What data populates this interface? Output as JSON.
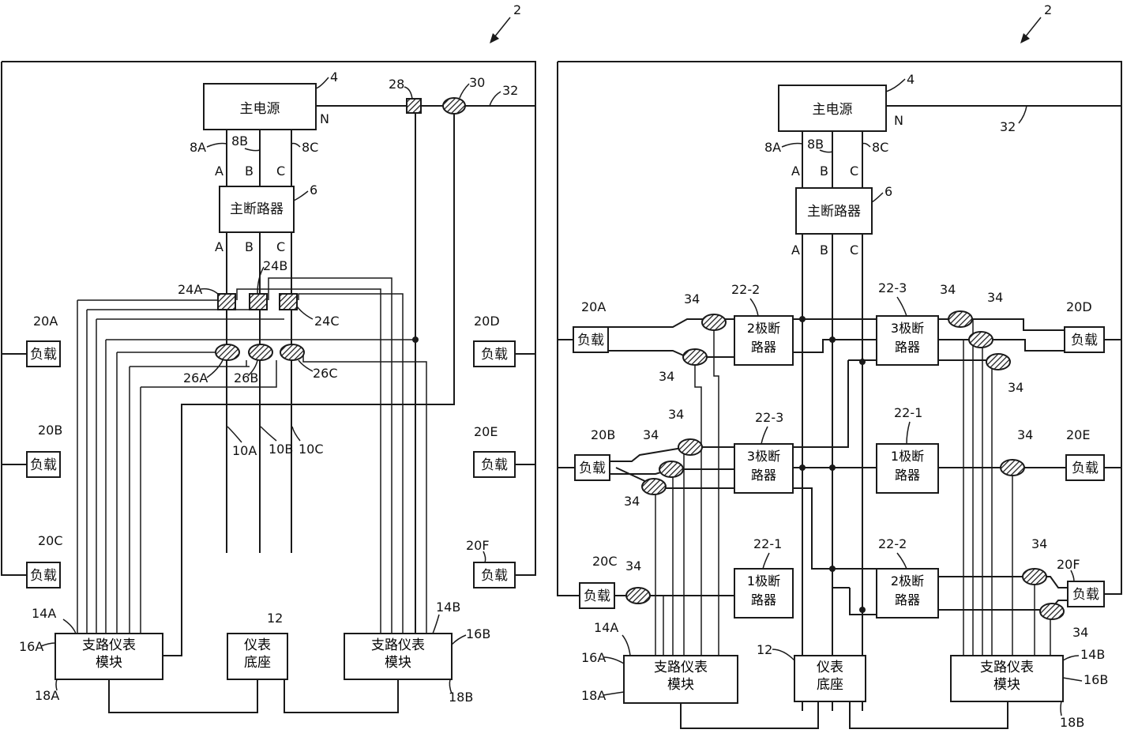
{
  "figure_ref": "2",
  "left": {
    "main_power": "主电源",
    "neutral": "N",
    "main_breaker": "主断路器",
    "phases": [
      "A",
      "B",
      "C"
    ],
    "meter_base": "仪表底座",
    "branch_module": "支路仪表模块",
    "load": "负载",
    "refs": {
      "r4": "4",
      "r6": "6",
      "r8a": "8A",
      "r8b": "8B",
      "r8c": "8C",
      "r24a": "24A",
      "r24b": "24B",
      "r24c": "24C",
      "r26a": "26A",
      "r26b": "26B",
      "r26c": "26C",
      "r28": "28",
      "r30": "30",
      "r32": "32",
      "r10a": "10A",
      "r10b": "10B",
      "r10c": "10C",
      "r12": "12",
      "r14a": "14A",
      "r16a": "16A",
      "r18a": "18A",
      "r14b": "14B",
      "r16b": "16B",
      "r18b": "18B",
      "r20a": "20A",
      "r20b": "20B",
      "r20c": "20C",
      "r20d": "20D",
      "r20e": "20E",
      "r20f": "20F"
    }
  },
  "right": {
    "main_power": "主电源",
    "neutral": "N",
    "main_breaker": "主断路器",
    "phases": [
      "A",
      "B",
      "C"
    ],
    "meter_base": "仪表底座",
    "branch_module": "支路仪表模块",
    "load": "负载",
    "breaker_2pole": "2极断路器",
    "breaker_3pole": "3极断路器",
    "breaker_1pole": "1极断路器",
    "refs": {
      "r4": "4",
      "r6": "6",
      "r8a": "8A",
      "r8b": "8B",
      "r8c": "8C",
      "r32": "32",
      "r34": "34",
      "r12": "12",
      "r14a": "14A",
      "r16a": "16A",
      "r18a": "18A",
      "r14b": "14B",
      "r16b": "16B",
      "r18b": "18B",
      "r20a": "20A",
      "r20b": "20B",
      "r20c": "20C",
      "r20d": "20D",
      "r20e": "20E",
      "r20f": "20F",
      "r22_1": "22-1",
      "r22_2": "22-2",
      "r22_3": "22-3"
    }
  }
}
